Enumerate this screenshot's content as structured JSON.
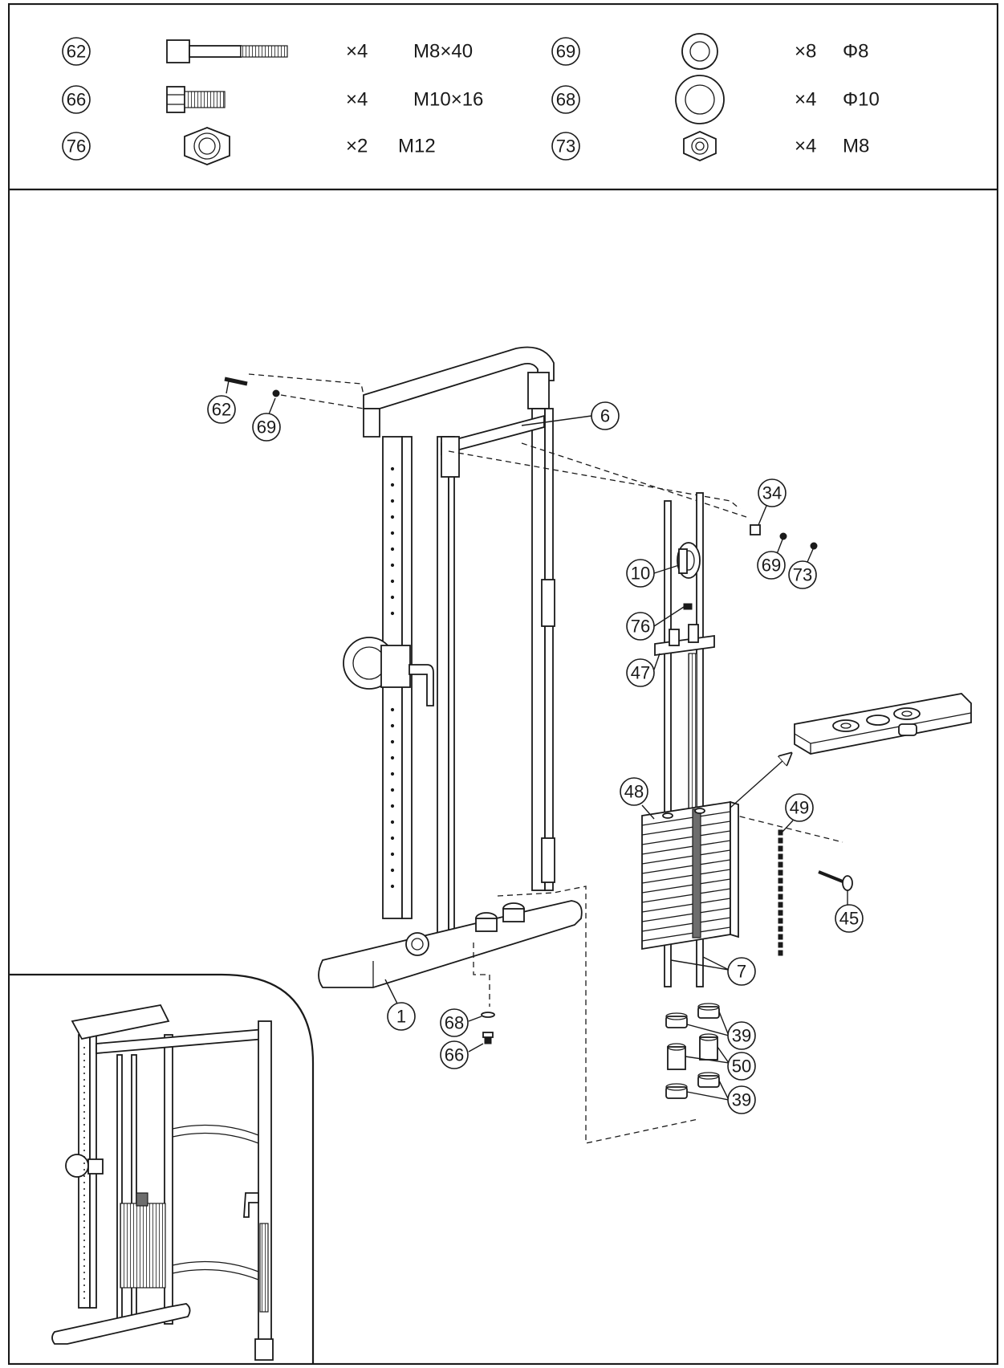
{
  "header": {
    "title": ""
  },
  "hardware": [
    {
      "id": "62",
      "qty": "×4",
      "size": "M8×40",
      "icon": "hex-socket-bolt-icon"
    },
    {
      "id": "66",
      "qty": "×4",
      "size": "M10×16",
      "icon": "hex-bolt-icon"
    },
    {
      "id": "76",
      "qty": "×2",
      "size": "M12",
      "icon": "large-hex-nut-icon"
    },
    {
      "id": "69",
      "qty": "×8",
      "size": "Φ8",
      "icon": "small-washer-icon"
    },
    {
      "id": "68",
      "qty": "×4",
      "size": "Φ10",
      "icon": "large-washer-icon"
    },
    {
      "id": "73",
      "qty": "×4",
      "size": "M8",
      "icon": "small-hex-nut-icon"
    }
  ],
  "callouts": {
    "c62": "62",
    "c69a": "69",
    "c6": "6",
    "c34": "34",
    "c69b": "69",
    "c73": "73",
    "c10": "10",
    "c76": "76",
    "c47": "47",
    "c48": "48",
    "c49": "49",
    "c45": "45",
    "c7": "7",
    "c1": "1",
    "c68": "68",
    "c66": "66",
    "c39a": "39",
    "c50": "50",
    "c39b": "39"
  }
}
